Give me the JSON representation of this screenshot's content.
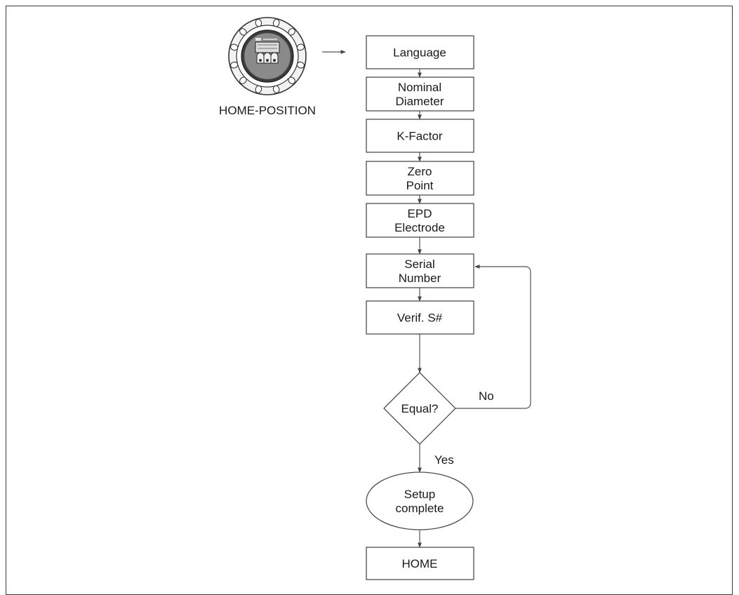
{
  "diagram": {
    "home_label": "HOME-POSITION",
    "steps": [
      {
        "id": "language",
        "lines": [
          "Language"
        ]
      },
      {
        "id": "nominal-diameter",
        "lines": [
          "Nominal",
          "Diameter"
        ]
      },
      {
        "id": "k-factor",
        "lines": [
          "K-Factor"
        ]
      },
      {
        "id": "zero-point",
        "lines": [
          "Zero",
          "Point"
        ]
      },
      {
        "id": "epd-electrode",
        "lines": [
          "EPD",
          "Electrode"
        ]
      },
      {
        "id": "serial-number",
        "lines": [
          "Serial",
          "Number"
        ]
      },
      {
        "id": "verif-s",
        "lines": [
          "Verif. S#"
        ]
      }
    ],
    "decision": {
      "lines": [
        "Equal?"
      ],
      "no_label": "No",
      "yes_label": "Yes"
    },
    "terminal": {
      "lines": [
        "Setup",
        "complete"
      ]
    },
    "end": {
      "lines": [
        "HOME"
      ]
    }
  }
}
